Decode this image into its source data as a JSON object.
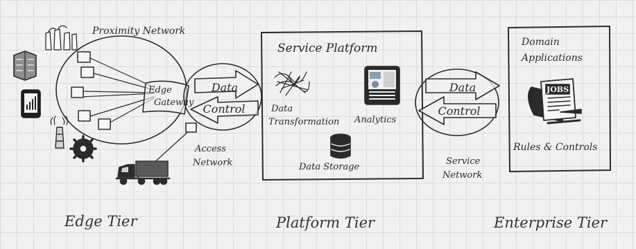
{
  "edge": {
    "proximity_network": "Proximity Network",
    "edge_gateway_line1": "Edge",
    "edge_gateway_line2": "Gateway",
    "access_network_line1": "Access",
    "access_network_line2": "Network"
  },
  "arrows": {
    "data": "Data",
    "control": "Control"
  },
  "platform": {
    "title": "Service Platform",
    "data_transformation_line1": "Data",
    "data_transformation_line2": "Transformation",
    "analytics": "Analytics",
    "data_storage": "Data Storage"
  },
  "service_network": {
    "line1": "Service",
    "line2": "Network"
  },
  "enterprise": {
    "title_line1": "Domain",
    "title_line2": "Applications",
    "jobs_sign": "JOBS",
    "rules_controls": "Rules & Controls"
  },
  "tiers": {
    "edge": "Edge Tier",
    "platform": "Platform Tier",
    "enterprise": "Enterprise Tier"
  },
  "colors": {
    "ink": "#2a2a2a",
    "paper": "#f1f1f1",
    "grid": "#dcdcdc"
  }
}
